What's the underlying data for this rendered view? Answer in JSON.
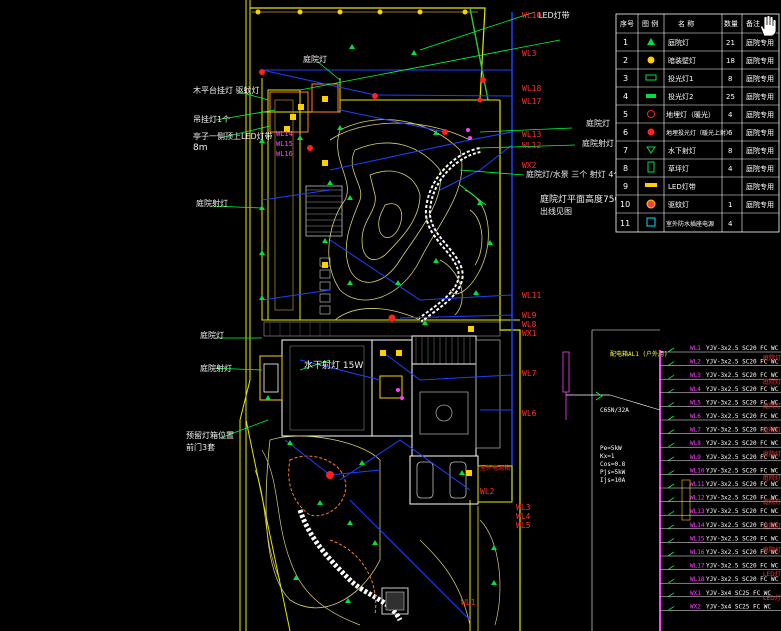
{
  "legend": {
    "headers": [
      "序号",
      "图 例",
      "名 称",
      "数量",
      "备注"
    ],
    "rows": [
      {
        "no": "1",
        "name": "庭院灯",
        "qty": "21",
        "note": "庭院专用"
      },
      {
        "no": "2",
        "name": "暗装壁灯",
        "qty": "18",
        "note": "庭院专用"
      },
      {
        "no": "3",
        "name": "投光灯1",
        "qty": "8",
        "note": "庭院专用"
      },
      {
        "no": "4",
        "name": "投光灯2",
        "qty": "25",
        "note": "庭院专用"
      },
      {
        "no": "5",
        "name": "地埋灯（暖光）",
        "qty": "4",
        "note": "庭院专用"
      },
      {
        "no": "6",
        "name": "地埋投光灯（暖光上射）",
        "qty": "6",
        "note": "庭院专用"
      },
      {
        "no": "7",
        "name": "水下射灯",
        "qty": "8",
        "note": "庭院专用"
      },
      {
        "no": "8",
        "name": "草坪灯",
        "qty": "4",
        "note": "庭院专用"
      },
      {
        "no": "9",
        "name": "LED灯带",
        "qty": "",
        "note": "庭院专用"
      },
      {
        "no": "10",
        "name": "驱蚊灯",
        "qty": "1",
        "note": "庭院专用"
      },
      {
        "no": "11",
        "name": "室外防水插座电源",
        "qty": "4",
        "note": ""
      }
    ]
  },
  "annotations": {
    "top_right": "LED灯带",
    "left_1": "木平台挂灯  驱蚊灯",
    "left_2": "吊挂灯1个",
    "left_3": "亭子一侧顶上LED灯带",
    "left_4": "8m",
    "left_5": "庭院射灯",
    "left_6": "庭院灯",
    "left_7": "庭院射灯",
    "left_8": "预留灯箱位置",
    "left_9": "前门3套",
    "top_mid": "庭院灯",
    "right_1": "庭院灯",
    "right_2": "庭院射灯",
    "right_3": "庭院灯/水景 三个 射灯 4个",
    "right_4": "庭院灯平面高度7500",
    "right_5": "出线见图",
    "center_1": "水下射灯 15W",
    "box_label": "室外电源箱"
  },
  "circuits": {
    "WL10": "WL10",
    "WL3": "WL3",
    "WL18": "WL18",
    "WL17": "WL17",
    "WL14": "WL14",
    "WL15": "WL15",
    "WL16": "WL16",
    "WL13": "WL13",
    "WL12": "WL12",
    "WX2": "WX2",
    "WL11": "WL11",
    "WL9": "WL9",
    "WL8": "WL8",
    "WX1": "WX1",
    "WL7": "WL7",
    "WL6": "WL6",
    "WL2": "WL2",
    "WL1": "WL1",
    "WL3b": "WL3",
    "WL4": "WL4",
    "WL5": "WL5"
  },
  "panel": {
    "header": "配电箱AL1 (户外用)",
    "specs": [
      "Pe=5kW",
      "Kx=1",
      "Cos=0.8",
      "Pjs=5kW",
      "Ijs=10A"
    ],
    "breaker": "C65N/32A",
    "rows": [
      {
        "id": "WL1",
        "desc": "YJV-3x2.5 SC20 FC WC"
      },
      {
        "id": "WL2",
        "desc": "YJV-3x2.5 SC20 FC WC"
      },
      {
        "id": "WL3",
        "desc": "YJV-3x2.5 SC20 FC WC"
      },
      {
        "id": "WL4",
        "desc": "YJV-3x2.5 SC20 FC WC"
      },
      {
        "id": "WL5",
        "desc": "YJV-3x2.5 SC20 FC WC"
      },
      {
        "id": "WL6",
        "desc": "YJV-3x2.5 SC20 FC WC"
      },
      {
        "id": "WL7",
        "desc": "YJV-3x2.5 SC20 FC WC"
      },
      {
        "id": "WL8",
        "desc": "YJV-3x2.5 SC20 FC WC"
      },
      {
        "id": "WL9",
        "desc": "YJV-3x2.5 SC20 FC WC"
      },
      {
        "id": "WL10",
        "desc": "YJV-3x2.5 SC20 FC WC"
      },
      {
        "id": "WL11",
        "desc": "YJV-3x2.5 SC20 FC WC"
      },
      {
        "id": "WL12",
        "desc": "YJV-3x2.5 SC20 FC WC"
      },
      {
        "id": "WL13",
        "desc": "YJV-3x2.5 SC20 FC WC"
      },
      {
        "id": "WL14",
        "desc": "YJV-3x2.5 SC20 FC WC"
      },
      {
        "id": "WL15",
        "desc": "YJV-3x2.5 SC20 FC WC"
      },
      {
        "id": "WL16",
        "desc": "YJV-3x2.5 SC20 FC WC"
      },
      {
        "id": "WL17",
        "desc": "YJV-3x2.5 SC20 FC WC"
      },
      {
        "id": "WL18",
        "desc": "YJV-3x2.5 SC20 FC WC"
      },
      {
        "id": "WX1",
        "desc": "YJV-3x4 SC25 FC WC"
      },
      {
        "id": "WX2",
        "desc": "YJV-3x4 SC25 FC WC"
      }
    ],
    "right_tags": [
      "庭院灯",
      "庭院灯",
      "庭院灯",
      "庭院灯",
      "庭院灯",
      "庭院灯",
      "庭院灯",
      "庭院灯",
      "庭院灯",
      "LED灯带",
      "LED灯带"
    ]
  },
  "colors": {
    "background": "#000000",
    "boundary_yellow": "#e8e800",
    "circuit_blue": "#2040ff",
    "label_red": "#ff2020",
    "leader_green": "#00ff40",
    "magenta": "#ff40ff",
    "contour": "#d8d070"
  }
}
